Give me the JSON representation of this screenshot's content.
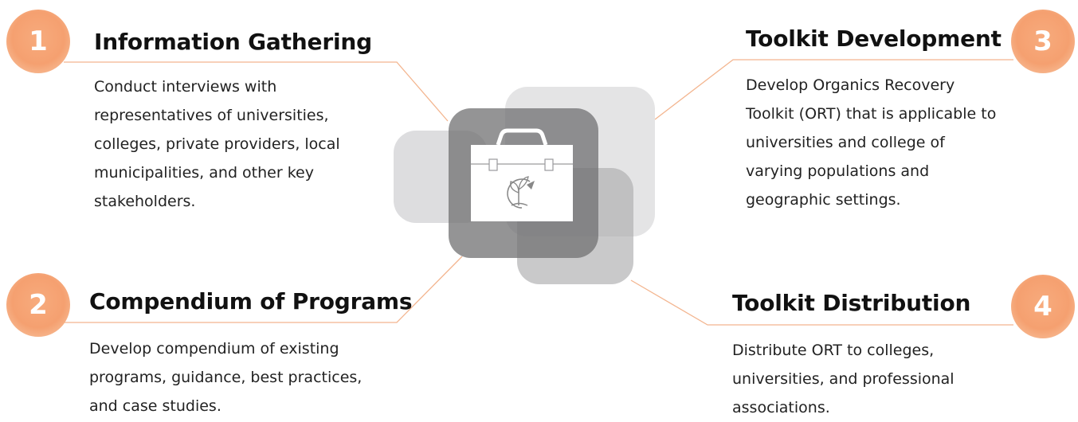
{
  "steps": [
    {
      "number": "1",
      "title": "Information Gathering",
      "description": "Conduct interviews with representatives of universities, colleges, private providers, local municipalities, and other key stakeholders."
    },
    {
      "number": "2",
      "title": "Compendium of Programs",
      "description": "Develop compendium of existing programs, guidance, best practices, and case studies."
    },
    {
      "number": "3",
      "title": "Toolkit Development",
      "description": "Develop Organics Recovery Toolkit (ORT) that is applicable to universities and college of varying populations and geographic settings."
    },
    {
      "number": "4",
      "title": "Toolkit Distribution",
      "description": "Distribute ORT to colleges, universities, and professional associations."
    }
  ],
  "colors": {
    "accent": "#f5a070",
    "connector": "#f3b58f",
    "panel_light": "#e4e4e5",
    "panel_mid": "#c9c9ca",
    "panel_dark": "#8a8a8c"
  },
  "center_icon": "toolbox-icon"
}
